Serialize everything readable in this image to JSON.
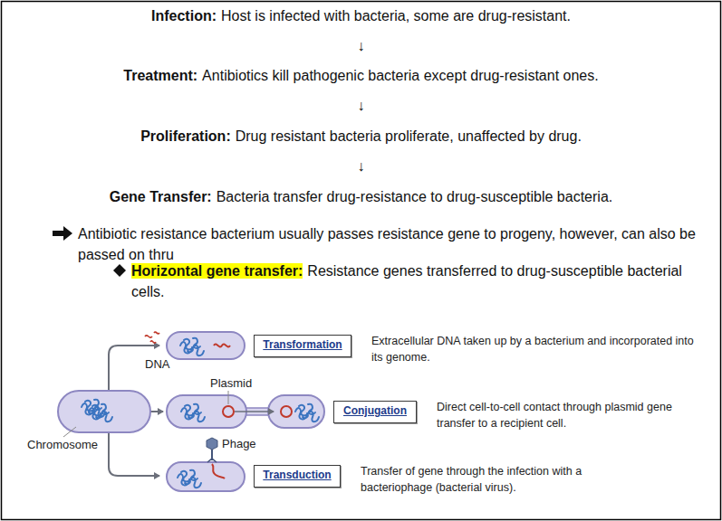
{
  "diagram": {
    "nodes": [
      {
        "text": [
          "Transformation"
        ]
      },
      {
        "text": [
          "Conjugation"
        ]
      },
      {
        "text": [
          "Transduction"
        ]
      }
    ],
    "labels": [
      "Infection:",
      "Host is infected with bacteria, some are drug-resistant.",
      "↓",
      "Treatment:",
      "Antibiotics kill pathogenic bacteria except drug-resistant ones.",
      "↓",
      "Proliferation:",
      "Drug resistant bacteria proliferate, unaffected by drug.",
      "↓",
      "Gene Transfer:",
      "Bacteria transfer drug-resistance to drug-susceptible bacteria.",
      "Antibiotic resistance bacterium usually passes resistance gene to progeny, however, can also be passed on thru",
      "Horizontal gene transfer:",
      "Resistance genes transferred to drug-susceptible bacterial cells.",
      "DNA",
      "Plasmid",
      "Chromosome",
      "Phage",
      "Extracellular DNA taken up by a bacterium and incorporated into its genome.",
      "Direct cell-to-cell contact through plasmid gene transfer to a recipient cell.",
      "Transfer of gene through the infection with a bacteriophage (bacterial virus)."
    ]
  }
}
